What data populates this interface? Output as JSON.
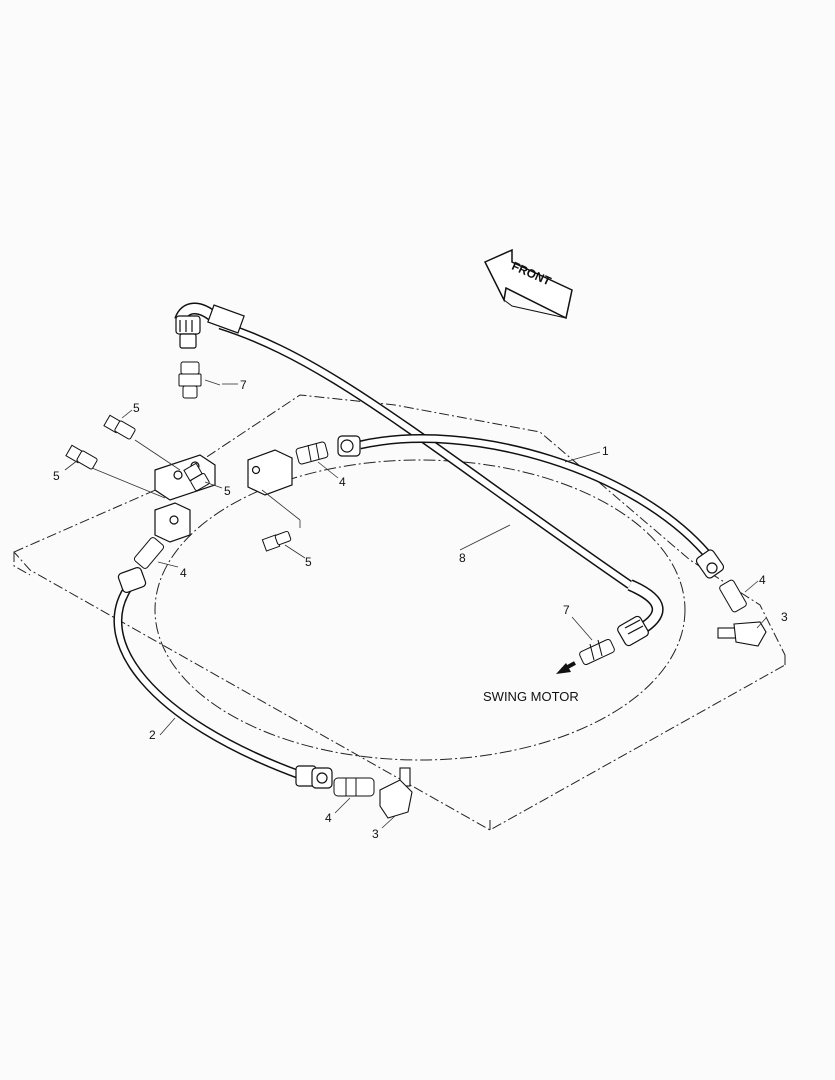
{
  "front_arrow": {
    "text": "FRONT"
  },
  "swing_motor": {
    "text": "SWING MOTOR"
  },
  "callouts": {
    "c1": "1",
    "c2": "2",
    "c3a": "3",
    "c3b": "3",
    "c4a": "4",
    "c4b": "4",
    "c4c": "4",
    "c4d": "4",
    "c5a": "5",
    "c5b": "5",
    "c5c": "5",
    "c5d": "5",
    "c7a": "7",
    "c7b": "7",
    "c8": "8"
  }
}
